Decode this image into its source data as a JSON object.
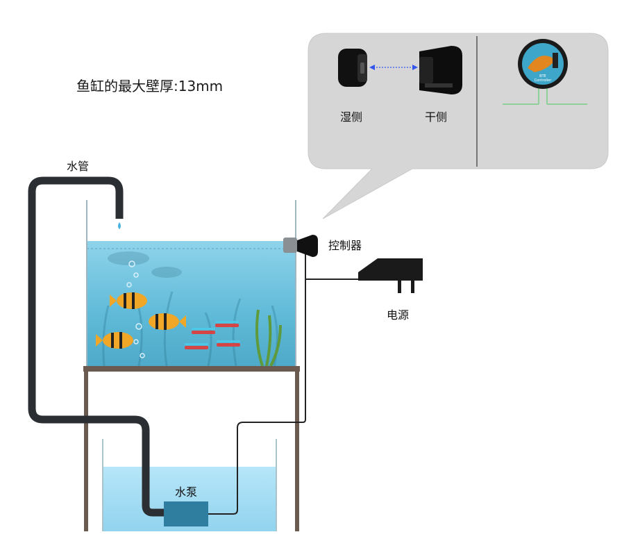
{
  "title": "鱼缸的最大壁厚:13mm",
  "labels": {
    "water_pipe": "水管",
    "pump": "水泵",
    "controller": "控制器",
    "power": "电源",
    "wet_side": "湿侧",
    "dry_side": "干侧"
  },
  "badge": {
    "line1": "BTE",
    "line2": "Controller"
  },
  "colors": {
    "tank_water": "#6cc3e0",
    "sump_water": "#a6def5",
    "stand": "#6b5a50",
    "hose": "#2b2f33",
    "callout_bg": "#d6d6d6",
    "sensor": "#111111",
    "dashed_arrow": "#3355ee",
    "badge_wire": "#8fcf9a"
  },
  "icons": [
    "wet-side-sensor-icon",
    "dry-side-sensor-icon",
    "controller-badge-icon",
    "power-adapter-icon",
    "fish-icon",
    "pump-icon",
    "water-drop-icon"
  ]
}
